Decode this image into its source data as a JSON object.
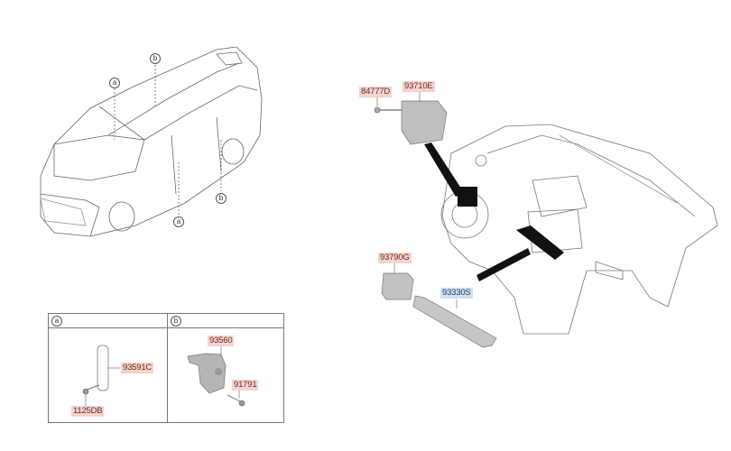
{
  "diagram": {
    "callouts": {
      "a": "a",
      "b": "b"
    },
    "parts": {
      "p84777D": "84777D",
      "p93710E": "93710E",
      "p93790G": "93790G",
      "p93330S": "93330S",
      "p93591C": "93591C",
      "p1125DB": "1125DB",
      "p93560": "93560",
      "p91791": "91791"
    },
    "detail_table": {
      "headers": [
        "a",
        "b"
      ]
    },
    "colors": {
      "label_bg": "#f6d3cc",
      "label_text": "#6b2a2a",
      "selected_label_bg": "#cfe0f3"
    }
  }
}
